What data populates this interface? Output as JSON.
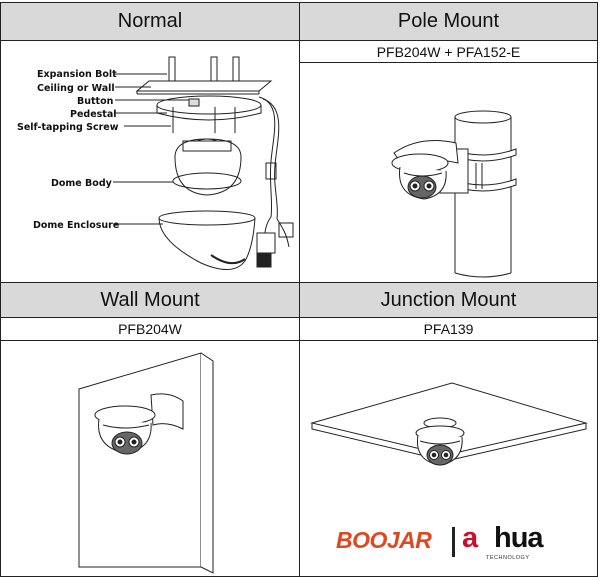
{
  "sections": {
    "normal": {
      "title": "Normal"
    },
    "pole": {
      "title": "Pole Mount",
      "model": "PFB204W + PFA152-E"
    },
    "wall": {
      "title": "Wall Mount",
      "model": "PFB204W"
    },
    "junction": {
      "title": "Junction Mount",
      "model": "PFA139"
    }
  },
  "parts": {
    "expansion_bolt": "Expansion Bolt",
    "ceiling": "Ceiling or Wall",
    "button": "Button",
    "pedestal": "Pedestal",
    "screw": "Self-tapping Screw",
    "dome_body": "Dome Body",
    "dome_enclosure": "Dome Enclosure"
  },
  "brand": {
    "reseller": "BOOJAR",
    "manufacturer_a": "a",
    "manufacturer_b": "hua",
    "tagline": "TECHNOLOGY",
    "reseller_color": "#e0461f",
    "accent_color": "#c8102e"
  }
}
